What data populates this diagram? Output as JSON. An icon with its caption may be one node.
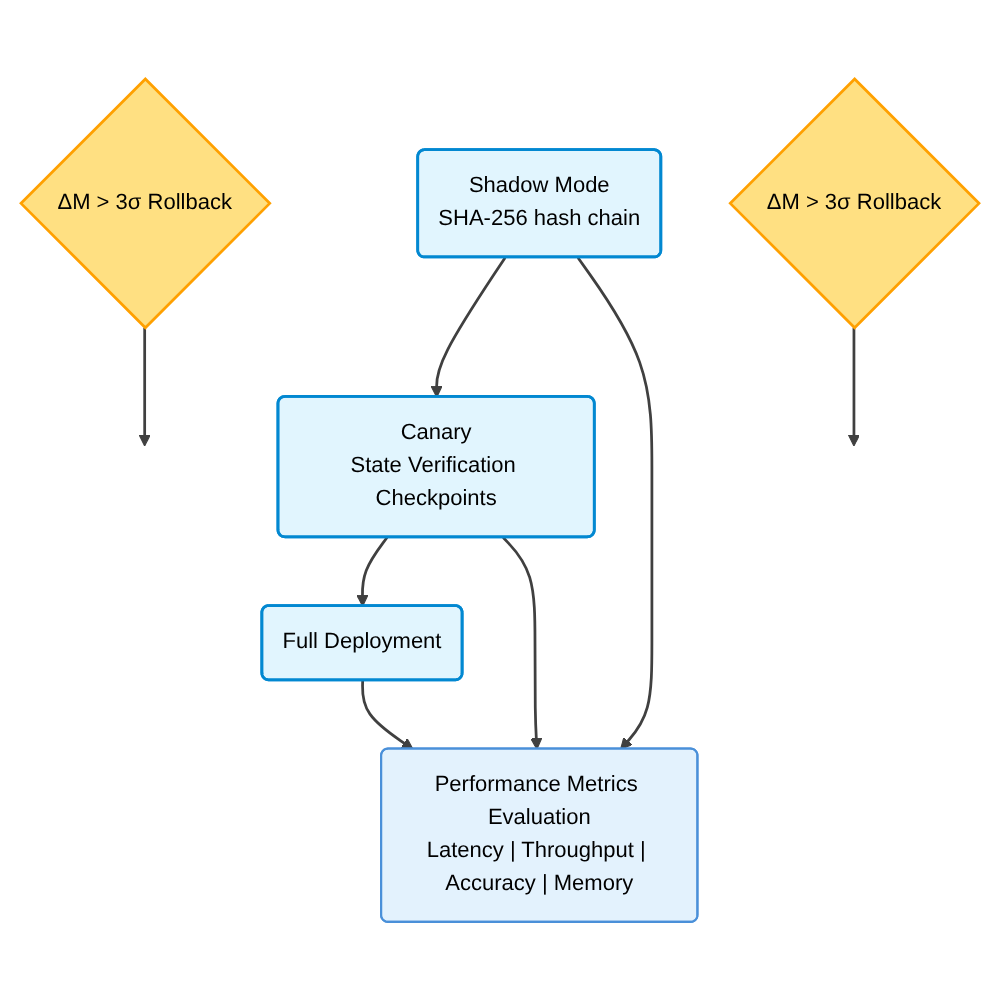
{
  "diagram": {
    "nodes": [
      {
        "text": [
          "ΔM > 3σ Rollback"
        ]
      },
      {
        "text": [
          "ΔM > 3σ Rollback"
        ]
      },
      {
        "text": [
          "Shadow Mode",
          "SHA-256 hash chain"
        ]
      },
      {
        "text": [
          "Canary",
          "State Verification Checkpoints"
        ]
      },
      {
        "text": [
          "Full Deployment"
        ]
      },
      {
        "text": [
          "Performance Metrics Evaluation",
          "Latency | Throughput | Accuracy | Memory"
        ]
      }
    ],
    "edges": [
      {
        "from": 0,
        "to": null,
        "arrow": "to"
      },
      {
        "from": 1,
        "to": null,
        "arrow": "to"
      },
      {
        "from": 2,
        "to": 3,
        "arrow": "to"
      },
      {
        "from": 3,
        "to": 4,
        "arrow": "to"
      },
      {
        "from": 2,
        "to": 5,
        "arrow": "to"
      },
      {
        "from": 3,
        "to": 5,
        "arrow": "to"
      },
      {
        "from": 4,
        "to": 5,
        "arrow": "to"
      }
    ]
  }
}
